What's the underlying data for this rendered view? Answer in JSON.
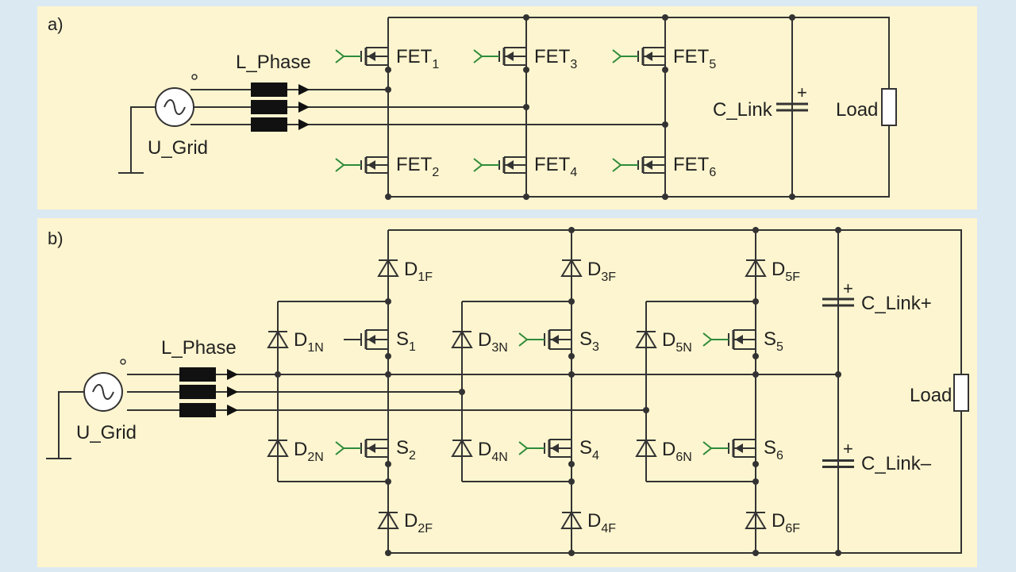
{
  "colors": {
    "page_bg": "#dbe9f3",
    "panel_bg": "#fdf5cf",
    "wire": "#333333",
    "gate": "#2e8b3a",
    "inductor": "#111111"
  },
  "icons": {
    "source": "ac-source-icon",
    "mosfet": "mosfet-icon",
    "diode": "diode-icon",
    "capacitor": "polarized-capacitor-icon",
    "load": "resistor-icon",
    "ground": "ground-icon",
    "inductor": "inductor-icon"
  },
  "panel_a": {
    "label": "a)",
    "source_label": "U_Grid",
    "inductor_label": "L_Phase",
    "cap_label": "C_Link",
    "load_label": "Load",
    "plus_sign": "+",
    "fets": [
      {
        "base": "FET",
        "sub": "1"
      },
      {
        "base": "FET",
        "sub": "2"
      },
      {
        "base": "FET",
        "sub": "3"
      },
      {
        "base": "FET",
        "sub": "4"
      },
      {
        "base": "FET",
        "sub": "5"
      },
      {
        "base": "FET",
        "sub": "6"
      }
    ]
  },
  "panel_b": {
    "label": "b)",
    "source_label": "U_Grid",
    "inductor_label": "L_Phase",
    "cap_top_label": "C_Link+",
    "cap_bot_label": "C_Link–",
    "load_label": "Load",
    "plus_sign": "+",
    "diodes_f": [
      {
        "base": "D",
        "sub": "1F"
      },
      {
        "base": "D",
        "sub": "2F"
      },
      {
        "base": "D",
        "sub": "3F"
      },
      {
        "base": "D",
        "sub": "4F"
      },
      {
        "base": "D",
        "sub": "5F"
      },
      {
        "base": "D",
        "sub": "6F"
      }
    ],
    "diodes_n": [
      {
        "base": "D",
        "sub": "1N"
      },
      {
        "base": "D",
        "sub": "2N"
      },
      {
        "base": "D",
        "sub": "3N"
      },
      {
        "base": "D",
        "sub": "4N"
      },
      {
        "base": "D",
        "sub": "5N"
      },
      {
        "base": "D",
        "sub": "6N"
      }
    ],
    "switches": [
      {
        "base": "S",
        "sub": "1"
      },
      {
        "base": "S",
        "sub": "2"
      },
      {
        "base": "S",
        "sub": "3"
      },
      {
        "base": "S",
        "sub": "4"
      },
      {
        "base": "S",
        "sub": "5"
      },
      {
        "base": "S",
        "sub": "6"
      }
    ]
  }
}
